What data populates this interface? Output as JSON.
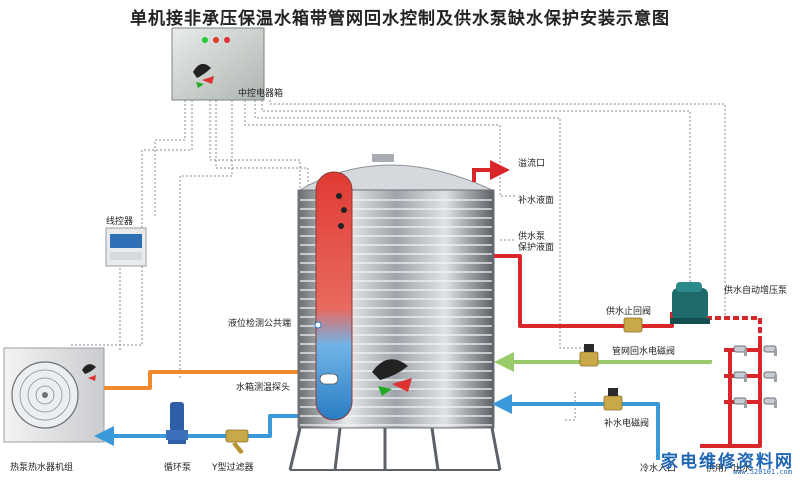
{
  "title": "单机接非承压保温水箱带管网回水控制及供水泵缺水保护安装示意图",
  "labels": {
    "control_box": "中控电器箱",
    "wire_controller": "线控器",
    "overflow": "溢流口",
    "refill_level": "补水液面",
    "supply_pump_protect_level_1": "供水泵",
    "supply_pump_protect_level_2": "保护液面",
    "level_common_probe": "液位检测公共端",
    "tank_temp_probe": "水箱测温探头",
    "supply_check_valve": "供水止回阀",
    "booster_pump": "供水自动增压泵",
    "return_solenoid_valve": "管网回水电磁阀",
    "refill_solenoid_valve": "补水电磁阀",
    "heat_pump_unit": "热泵热水器机组",
    "circulation_pump": "循环泵",
    "y_filter": "Y型过滤器",
    "cold_water_inlet": "冷水入口",
    "user_outlets": "供用户出水"
  },
  "watermark": {
    "text": "家电维修资料网",
    "url": "www.520101.com"
  },
  "colors": {
    "supply_red": "#d9262b",
    "return_green": "#9acb6a",
    "cold_blue": "#3a9ad9",
    "heat_orange": "#f08a2c",
    "wire_dotted": "#888888",
    "tank_silver": "#b8bcc2",
    "pump_teal": "#1e6b6b"
  }
}
